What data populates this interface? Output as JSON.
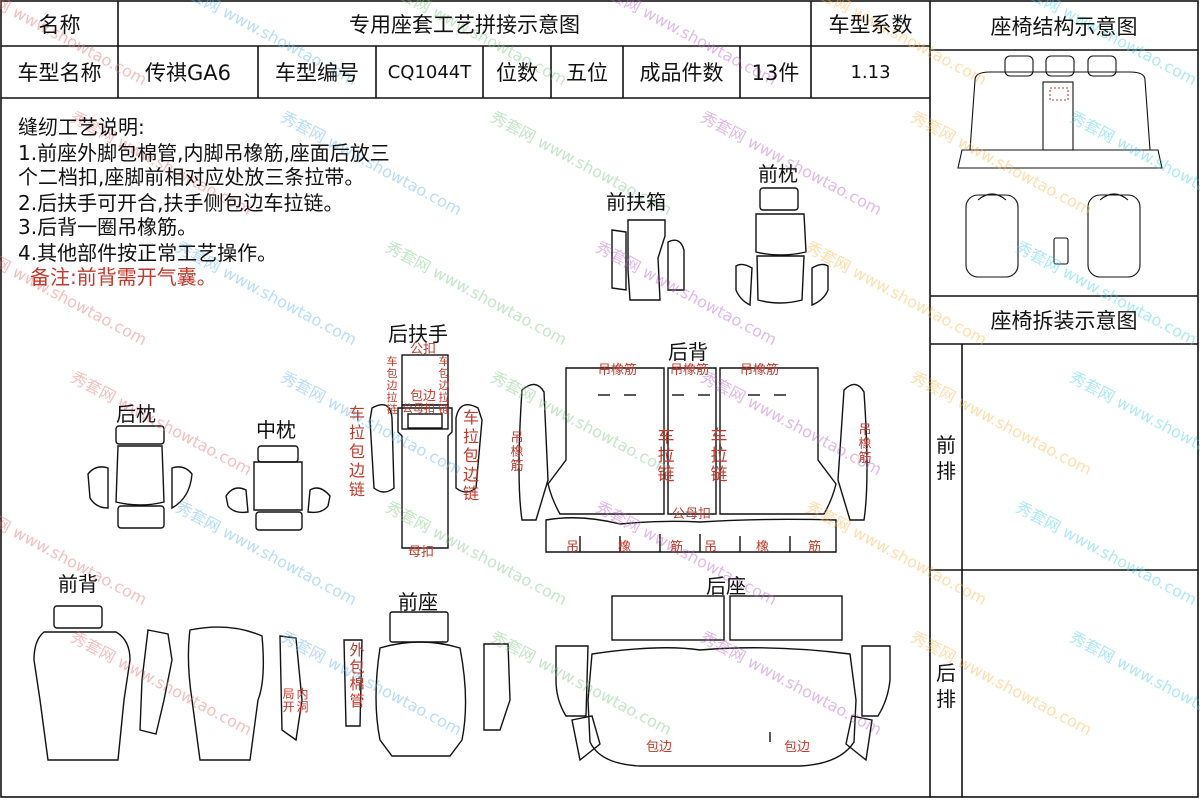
{
  "header": {
    "name_label": "名称",
    "title": "专用座套工艺拼接示意图",
    "coef_label": "车型系数",
    "struct_title": "座椅结构示意图"
  },
  "info": {
    "model_name_label": "车型名称",
    "model_name": "传祺GA6",
    "model_code_label": "车型编号",
    "model_code": "CQ1044T",
    "seats_label": "位数",
    "seats": "五位",
    "pieces_label": "成品件数",
    "pieces": "13件",
    "coef": "1.13"
  },
  "notes": {
    "heading": "缝纫工艺说明:",
    "line1a": "1.前座外脚包棉管,内脚吊橡筋,座面后放三",
    "line1b": "个二档扣,座脚前相对应处放三条拉带。",
    "line2": "2.后扶手可开合,扶手侧包边车拉链。",
    "line3": "3.后背一圈吊橡筋。",
    "line4": "4.其他部件按正常工艺操作。",
    "remark": "备注:前背需开气囊。"
  },
  "right_panel": {
    "assembly_title": "座椅拆装示意图",
    "front_row": "前排",
    "rear_row": "后排"
  },
  "parts": {
    "front_armbox": "前扶箱",
    "front_pillow": "前枕",
    "rear_armrest": "后扶手",
    "rear_back": "后背",
    "rear_pillow": "后枕",
    "mid_pillow": "中枕",
    "front_back": "前背",
    "front_seat": "前座",
    "rear_seat": "后座"
  },
  "tags": {
    "male_buckle": "公扣",
    "female_buckle": "母扣",
    "male_female_buckle": "公母扣",
    "binding": "包边",
    "zip_binding": "车包边拉链",
    "zip_binding_v": "车拉包边链",
    "zipper_v": "车拉链",
    "elastic": "吊橡筋",
    "elastic_v": "吊橡筋",
    "elastic_b1": "吊",
    "elastic_b2": "橡",
    "elastic_b3": "筋",
    "foam_tube_v": "外包棉管",
    "inner_hole_v": "内洞",
    "open_v": "局开"
  },
  "watermark": {
    "brand": "秀套网",
    "url": "www.showtao.com"
  }
}
